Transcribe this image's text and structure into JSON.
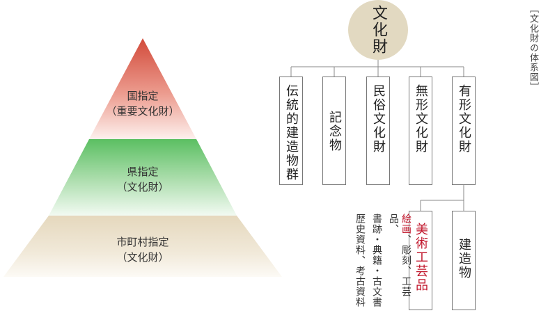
{
  "pyramid": {
    "national": {
      "line1": "国指定",
      "line2": "（重要文化財）"
    },
    "prefectural": {
      "line1": "県指定",
      "line2": "（文化財）"
    },
    "municipal": {
      "line1": "市町村指定",
      "line2": "（文化財）"
    }
  },
  "root": "文化財",
  "categories": [
    "伝統的建造物群",
    "記念物",
    "民俗文化財",
    "無形文化財",
    "有形文化財"
  ],
  "tangible_sub": [
    "美術工芸品",
    "建造物"
  ],
  "notes": {
    "red_part": "絵画",
    "col1_rest": "、彫刻、工芸品、",
    "col2": "書跡・典籍・古文書",
    "col3": "歴史資料、考古資料"
  },
  "caption": "［文化財の体系図］",
  "colors": {
    "national": "#d24a3a",
    "prefectural": "#5bbf62",
    "municipal": "#e7dcc5",
    "root": "#e2d9c1",
    "accent": "#c0142a"
  }
}
